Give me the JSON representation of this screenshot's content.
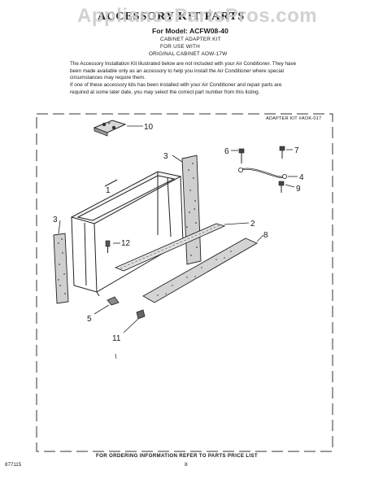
{
  "watermark": "AppliancePartsPros.com",
  "header": {
    "title": "ACCESSORY KIT PARTS",
    "model": "For Model: ACFW08-40",
    "adapter_lines": [
      "CABINET ADAPTER KIT",
      "FOR USE WITH",
      "ORIGINAL CABINET AOW-17W"
    ]
  },
  "intro": {
    "paragraph1": "The Accessory Installation Kit illustrated below are not included with your Air Conditioner. They have been made available only as an accessory to help you install the Air Conditioner where special circumstances may require them.",
    "paragraph2": "If one of these accessory kits has been installed with your Air Conditioner and repair parts are required at some later date, you may select the correct part number from this listing."
  },
  "diagram": {
    "kit_label": "ADAPTER KIT #AOK-017",
    "callouts": [
      "1",
      "2",
      "3",
      "3",
      "4",
      "5",
      "6",
      "7",
      "8",
      "9",
      "10",
      "11",
      "12"
    ]
  },
  "footer": {
    "ordering": "FOR ORDERING INFORMATION REFER TO PARTS PRICE LIST",
    "page": "8",
    "doc_number": "877115"
  }
}
